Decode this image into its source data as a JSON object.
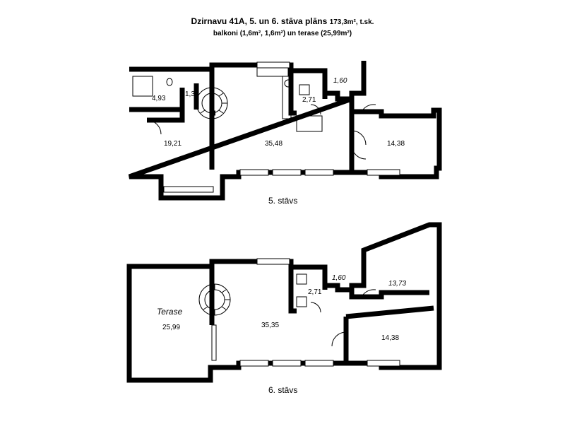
{
  "title": {
    "line1_bold": "Dzirnavu 41A, 5. un 6. stāva plāns",
    "line1_small": "173,3m², t.sk.",
    "line2": "balkoni (1,6m², 1,6m²) un terase (25,99m²)"
  },
  "floor5": {
    "label": "5. stāvs",
    "rooms": {
      "bath": "4,93",
      "wc_small": "1,31",
      "bedroom": "19,21",
      "living": "35,48",
      "wc2": "2,71",
      "balcony": "1,60",
      "room_right": "14,38"
    }
  },
  "floor6": {
    "label": "6. stāvs",
    "rooms": {
      "terrace_name": "Terase",
      "terrace": "25,99",
      "living": "35,35",
      "wc": "2,71",
      "balcony": "1,60",
      "room_upper": "13,73",
      "room_lower": "14,38"
    }
  }
}
